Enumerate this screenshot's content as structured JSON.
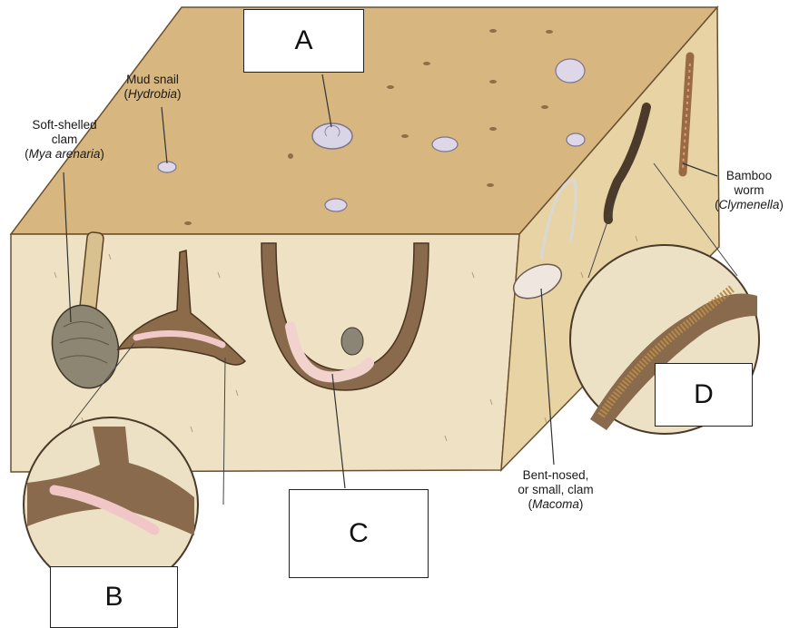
{
  "labels": {
    "mud_snail": {
      "name": "Mud snail",
      "genus": "Hydrobia"
    },
    "soft_shelled_clam": {
      "name_line1": "Soft-shelled",
      "name_line2": "clam",
      "genus": "Mya arenaria"
    },
    "bamboo_worm": {
      "name_line1": "Bamboo",
      "name_line2": "worm",
      "genus": "Clymenella"
    },
    "bent_nosed_clam": {
      "name_line1": "Bent-nosed,",
      "name_line2": "or small, clam",
      "genus": "Macoma"
    }
  },
  "boxes": {
    "a": "A",
    "b": "B",
    "c": "C",
    "d": "D"
  },
  "colors": {
    "sand_top": "#d6b47c",
    "sediment_front": "#efe1c2",
    "sediment_side": "#e6cf9c",
    "burrow": "#8a6a4c",
    "outline": "#3a2a1a"
  }
}
